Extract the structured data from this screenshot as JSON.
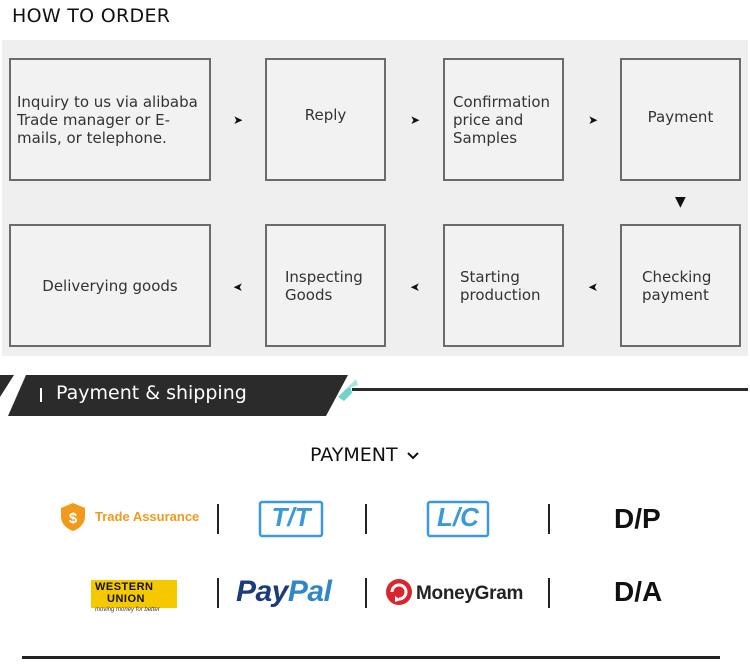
{
  "how_to_order": {
    "title": "HOW TO ORDER",
    "steps": [
      {
        "text": "Inquiry to us via alibaba Trade manager or E-mails, or telephone."
      },
      {
        "text": "Reply"
      },
      {
        "text": "Confirmation price and Samples"
      },
      {
        "text": "Payment"
      },
      {
        "text": "Checking payment"
      },
      {
        "text": "Starting production"
      },
      {
        "text": "Inspecting Goods"
      },
      {
        "text": "Deliverying goods"
      }
    ]
  },
  "payment_shipping": {
    "title": "Payment & shipping",
    "banner_color": "#2b2b2b",
    "accent_color": "#6fd3c8"
  },
  "payment": {
    "heading": "PAYMENT",
    "methods": {
      "trade_assurance": "Trade Assurance",
      "tt": "T/T",
      "lc": "L/C",
      "dp": "D/P",
      "western_union_line1": "WESTERN",
      "western_union_line2": "UNION",
      "western_union_tagline": "moving money for better",
      "paypal_pay": "Pay",
      "paypal_pal": "Pal",
      "moneygram": "MoneyGram",
      "da": "D/A"
    },
    "colors": {
      "trade_assurance": "#f29a1b",
      "tt_lc": "#3a9ad9",
      "paypal_dark": "#1b3b7a",
      "paypal_light": "#2f87c9",
      "moneygram_red": "#d7262e"
    }
  }
}
